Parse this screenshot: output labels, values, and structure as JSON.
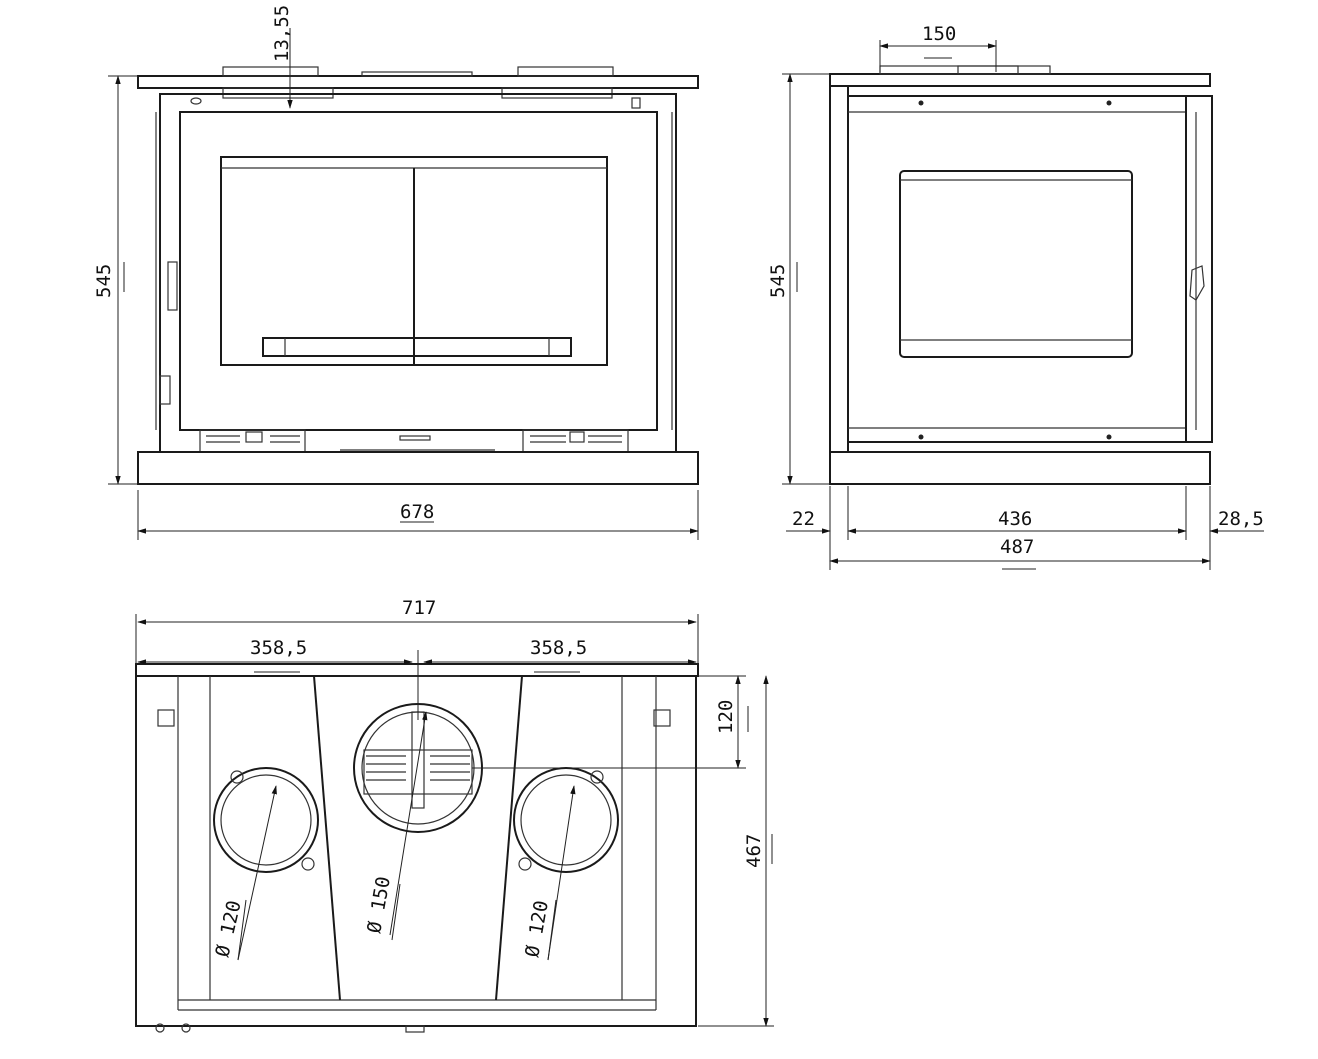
{
  "front_view": {
    "dims": {
      "top_offset": "13,55",
      "height": "545",
      "width": "678"
    }
  },
  "side_view": {
    "dims": {
      "flue_offset": "150",
      "height": "545",
      "left_margin": "22",
      "inner_width": "436",
      "right_margin": "28,5",
      "total_depth": "487"
    }
  },
  "top_view": {
    "dims": {
      "total_width": "717",
      "half_left": "358,5",
      "half_right": "358,5",
      "flue_depth": "120",
      "total_depth": "467",
      "duct_left_dia": "Ø 120",
      "flue_center_dia": "Ø 150",
      "duct_right_dia": "Ø 120"
    }
  },
  "colors": {
    "line": "#1a1a1a",
    "background": "#ffffff"
  }
}
